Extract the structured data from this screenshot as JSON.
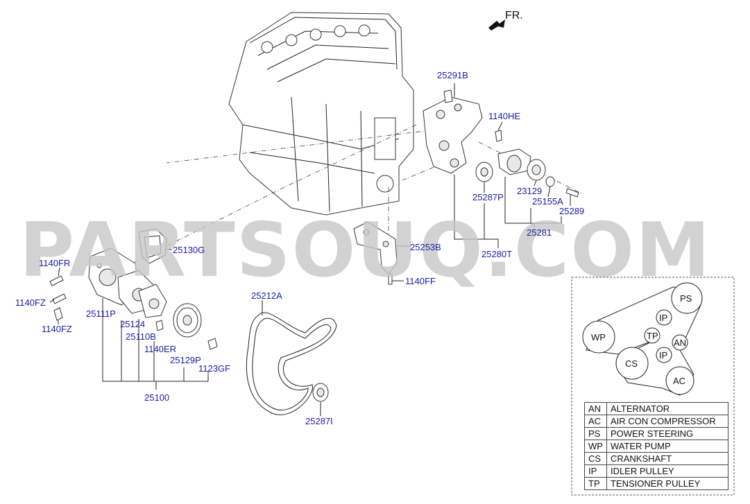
{
  "orientation_label": "FR.",
  "watermark": "PARTSOUQ.COM",
  "part_labels": {
    "p25291B": "25291B",
    "p1140HE": "1140HE",
    "p23129": "23129",
    "p25287P": "25287P",
    "p25155A": "25155A",
    "p25289": "25289",
    "p25281": "25281",
    "p25280T": "25280T",
    "p25253B": "25253B",
    "p1140FF": "1140FF",
    "p25130G": "25130G",
    "p1140FR": "1140FR",
    "p1140FZa": "1140FZ",
    "p1140FZb": "1140FZ",
    "p25111P": "25111P",
    "p25124": "25124",
    "p25110B": "25110B",
    "p1140ER": "1140ER",
    "p25129P": "25129P",
    "p1123GF": "1123GF",
    "p25100": "25100",
    "p25212A": "25212A",
    "p25287I": "25287I"
  },
  "belt_schematic": {
    "PS": "PS",
    "IP1": "IP",
    "WP": "WP",
    "TP": "TP",
    "AN": "AN",
    "IP2": "IP",
    "CS": "CS",
    "AC": "AC"
  },
  "legend": [
    {
      "code": "AN",
      "desc": "ALTERNATOR"
    },
    {
      "code": "AC",
      "desc": "AIR CON COMPRESSOR"
    },
    {
      "code": "PS",
      "desc": "POWER STEERING"
    },
    {
      "code": "WP",
      "desc": "WATER PUMP"
    },
    {
      "code": "CS",
      "desc": "CRANKSHAFT"
    },
    {
      "code": "IP",
      "desc": "IDLER PULLEY"
    },
    {
      "code": "TP",
      "desc": "TENSIONER PULLEY"
    }
  ]
}
